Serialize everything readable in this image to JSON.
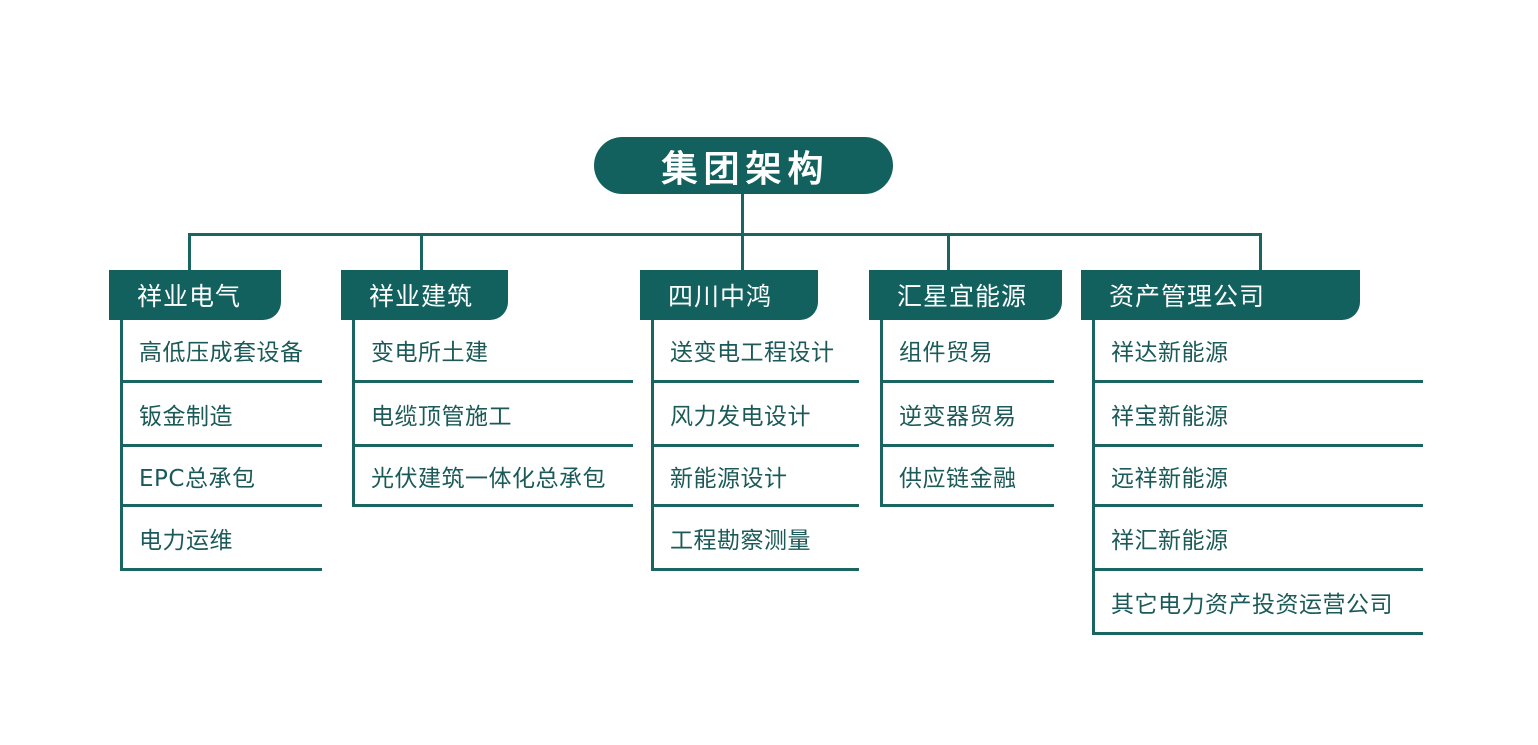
{
  "root": {
    "label": "集团架构"
  },
  "colors": {
    "primary": "#12615f",
    "line": "#1a6461",
    "item_text": "#1b5a58",
    "header_text": "#ffffff",
    "background": "#ffffff"
  },
  "branches": [
    {
      "label": "祥业电气",
      "items": [
        "高低压成套设备",
        "钣金制造",
        "EPC总承包",
        "电力运维"
      ]
    },
    {
      "label": "祥业建筑",
      "items": [
        "变电所土建",
        "电缆顶管施工",
        "光伏建筑一体化总承包"
      ]
    },
    {
      "label": "四川中鸿",
      "items": [
        "送变电工程设计",
        "风力发电设计",
        "新能源设计",
        "工程勘察测量"
      ]
    },
    {
      "label": "汇星宜能源",
      "items": [
        "组件贸易",
        "逆变器贸易",
        "供应链金融"
      ]
    },
    {
      "label": "资产管理公司",
      "items": [
        "祥达新能源",
        "祥宝新能源",
        "远祥新能源",
        "祥汇新能源",
        "其它电力资产投资运营公司"
      ]
    }
  ]
}
